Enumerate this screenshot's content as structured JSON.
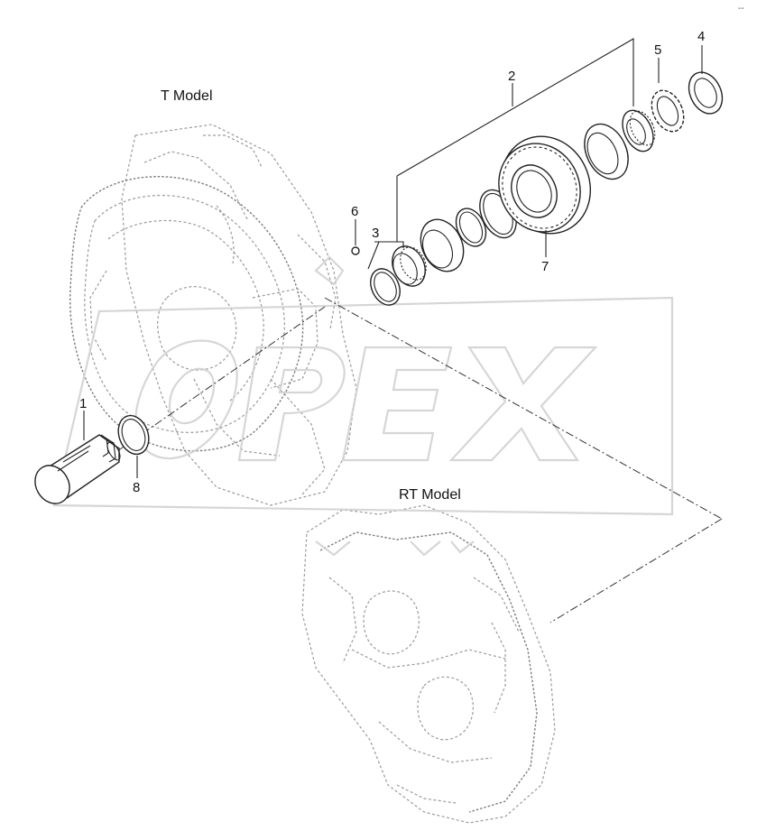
{
  "corner_mark": "--",
  "model_labels": {
    "t_model": "T Model",
    "rt_model": "RT Model"
  },
  "watermark": {
    "text": "OPEX",
    "kind": "logo"
  },
  "callouts": [
    {
      "number": "1"
    },
    {
      "number": "2"
    },
    {
      "number": "3"
    },
    {
      "number": "4"
    },
    {
      "number": "5"
    },
    {
      "number": "6"
    },
    {
      "number": "7"
    },
    {
      "number": "8"
    }
  ]
}
